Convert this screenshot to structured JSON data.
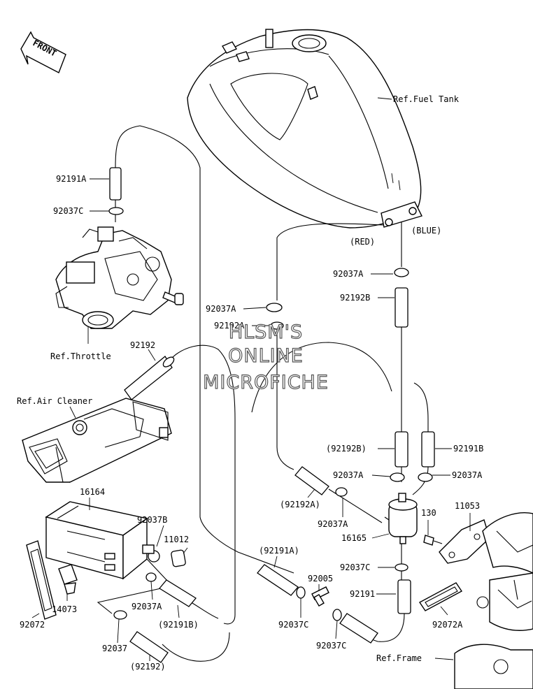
{
  "labels": {
    "front": "FRONT",
    "ref_fuel_tank": "Ref.Fuel Tank",
    "p92191A": "92191A",
    "p92037C_top": "92037C",
    "red": "(RED)",
    "blue": "(BLUE)",
    "p92037A_r1": "92037A",
    "p92192B": "92192B",
    "p92037A_l": "92037A",
    "p92192A_small": "92192A",
    "ref_throttle": "Ref.Throttle",
    "p92192": "92192",
    "ref_air_cleaner": "Ref.Air Cleaner",
    "p92192B_paren": "(92192B)",
    "p92191B": "92191B",
    "p92037A_m": "92037A",
    "p92037A_r2": "92037A",
    "p92192A_paren": "(92192A)",
    "p92037A_m2": "92037A",
    "p130": "130",
    "p11053": "11053",
    "p16165": "16165",
    "p16164": "16164",
    "p92037B": "92037B",
    "p11012": "11012",
    "p92191A_paren": "(92191A)",
    "p92037C_r": "92037C",
    "p92005": "92005",
    "p92191": "92191",
    "p14073": "14073",
    "p92037A_b": "92037A",
    "p92191B_paren": "(92191B)",
    "p92037C_b1": "92037C",
    "p92037C_b2": "92037C",
    "p92072": "92072",
    "p92037": "92037",
    "p92192_paren": "(92192)",
    "p92072A": "92072A",
    "ref_frame": "Ref.Frame"
  },
  "watermark": {
    "line1": "HLSM'S",
    "line2": "ONLINE",
    "line3": "MICROFICHE"
  }
}
